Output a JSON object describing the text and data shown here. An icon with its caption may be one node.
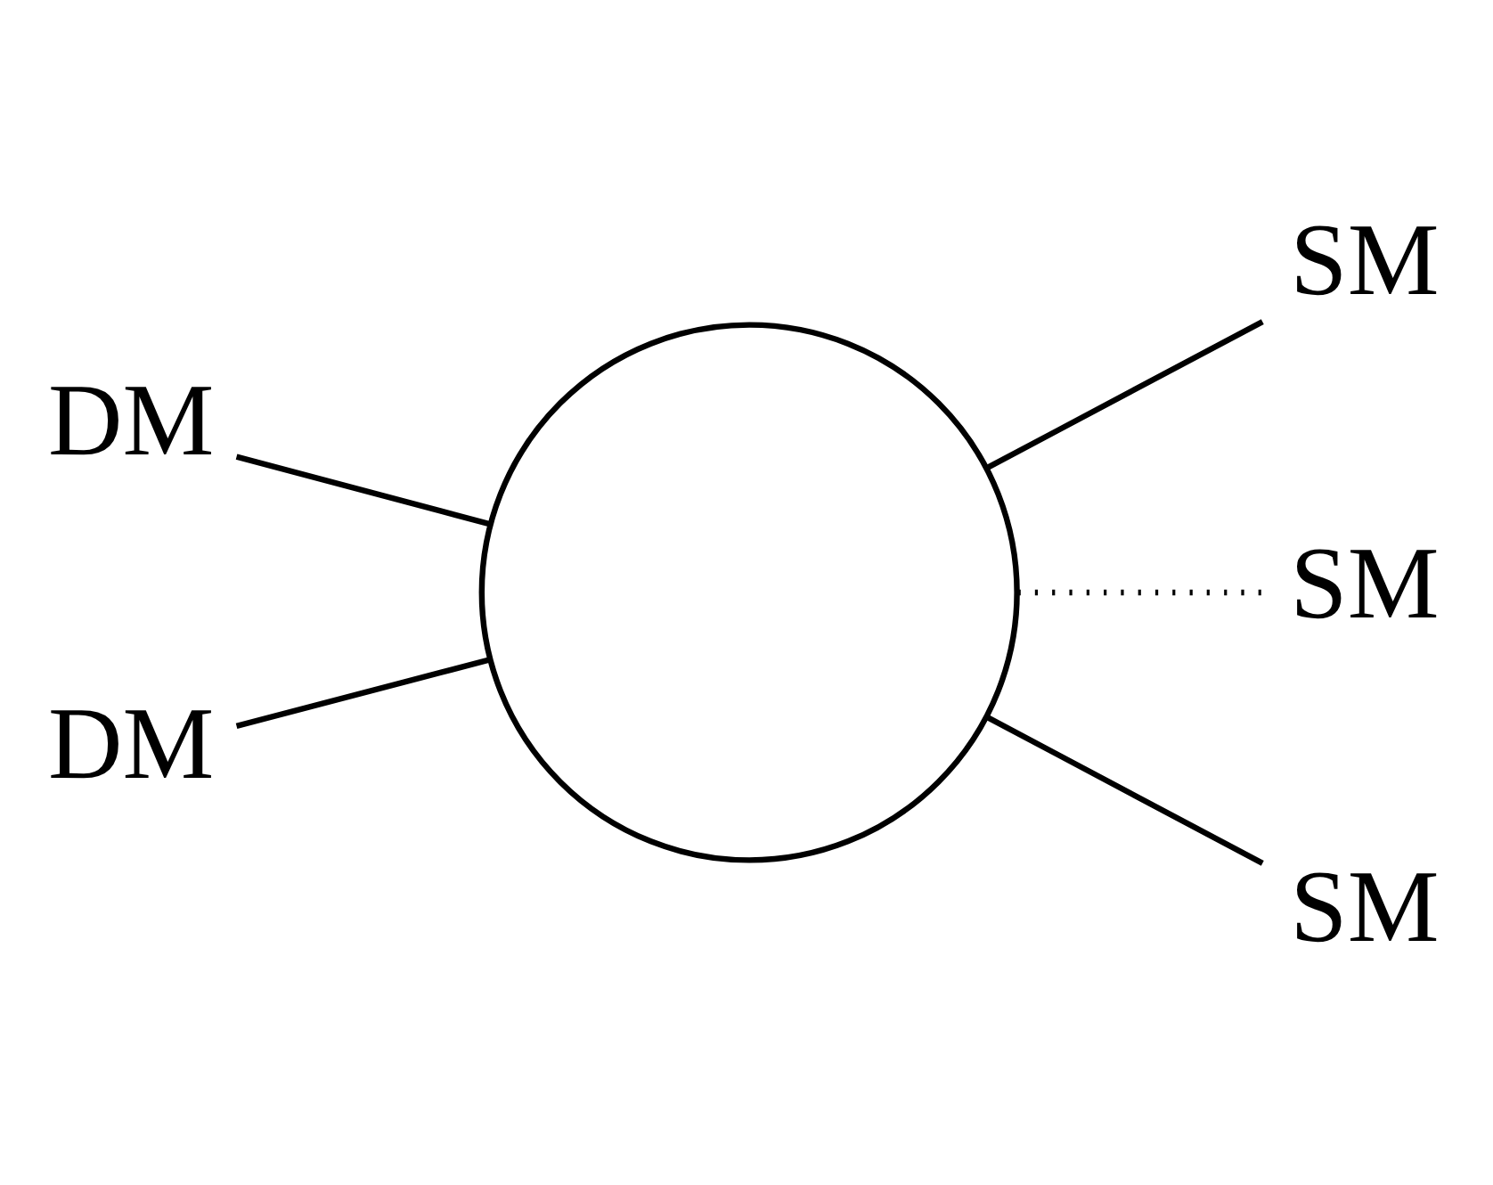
{
  "diagram": {
    "nodes": [
      {
        "text": [
          "DM"
        ]
      },
      {
        "text": [
          "SM"
        ]
      },
      {
        "text": [],
        "shape": "circle"
      },
      {
        "text": [
          "SM"
        ]
      },
      {
        "text": [
          "DM"
        ]
      },
      {
        "text": [
          "SM"
        ]
      }
    ],
    "edges": [
      {
        "from": 0,
        "to": 2,
        "arrow": "none"
      },
      {
        "from": 2,
        "to": 1,
        "arrow": "none"
      },
      {
        "from": 2,
        "to": 3,
        "arrow": "none",
        "style": "dashed"
      },
      {
        "from": 4,
        "to": 2,
        "arrow": "none"
      },
      {
        "from": 2,
        "to": 5,
        "arrow": "none"
      }
    ]
  }
}
